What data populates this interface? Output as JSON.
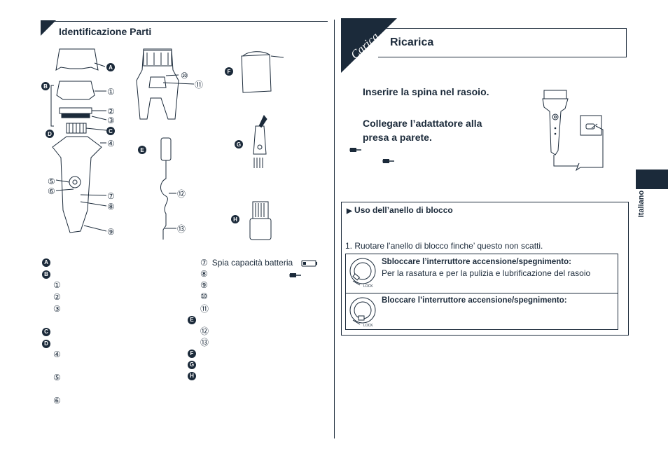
{
  "left": {
    "heading": "Identificazione Parti",
    "diagram_labels": {
      "A": "A",
      "B": "B",
      "C": "C",
      "D": "D",
      "E": "E",
      "F": "F",
      "G": "G",
      "H": "H",
      "n1": "①",
      "n2": "②",
      "n3": "③",
      "n4": "④",
      "n5": "⑤",
      "n6": "⑥",
      "n7": "⑦",
      "n8": "⑧",
      "n9": "⑨",
      "n10": "⑩",
      "n11": "⑪",
      "n12": "⑫",
      "n13": "⑬"
    },
    "legend_left": [
      {
        "mark": "A",
        "type": "badge",
        "text": ""
      },
      {
        "mark": "B",
        "type": "badge",
        "text": ""
      },
      {
        "mark": "①",
        "type": "num",
        "text": ""
      },
      {
        "mark": "②",
        "type": "num",
        "text": ""
      },
      {
        "mark": "③",
        "type": "num",
        "text": ""
      },
      {
        "mark": "C",
        "type": "badge",
        "text": ""
      },
      {
        "mark": "D",
        "type": "badge",
        "text": ""
      },
      {
        "mark": "④",
        "type": "num",
        "text": ""
      },
      {
        "mark": "⑤",
        "type": "num",
        "text": ""
      },
      {
        "mark": "⑥",
        "type": "num",
        "text": ""
      }
    ],
    "legend_right": [
      {
        "mark": "⑦",
        "type": "num",
        "text": "Spia capacità batteria"
      },
      {
        "mark": "⑧",
        "type": "num",
        "text": ""
      },
      {
        "mark": "⑨",
        "type": "num",
        "text": ""
      },
      {
        "mark": "⑩",
        "type": "num",
        "text": ""
      },
      {
        "mark": "⑪",
        "type": "num",
        "text": ""
      },
      {
        "mark": "E",
        "type": "badge",
        "text": ""
      },
      {
        "mark": "⑫",
        "type": "num",
        "text": ""
      },
      {
        "mark": "⑬",
        "type": "num",
        "text": ""
      },
      {
        "mark": "F",
        "type": "badge",
        "text": ""
      },
      {
        "mark": "G",
        "type": "badge",
        "text": ""
      },
      {
        "mark": "H",
        "type": "badge",
        "text": ""
      }
    ]
  },
  "right": {
    "tab_word": "Carica",
    "heading": "Ricarica",
    "step1": "Inserire la spina nel rasoio.",
    "step2_line1": "Collegare l’adattatore alla",
    "step2_line2": "presa a parete.",
    "lock_section": {
      "title": "Uso dell’anello di blocco",
      "instruction": "1. Ruotare l’anello di blocco finche’ questo non scatti.",
      "unlock_title": "Sbloccare l’interruttore accensione/spegnimento:",
      "unlock_text": "Per la rasatura e per la pulizia e lubrificazione del rasoio",
      "lock_title": "Bloccare l’interruttore accensione/spegnimento:",
      "dial_label": "LOCK"
    },
    "side_tab": "Italiano"
  },
  "colors": {
    "navy": "#1b2a3a",
    "accent": "#1f4e79"
  }
}
